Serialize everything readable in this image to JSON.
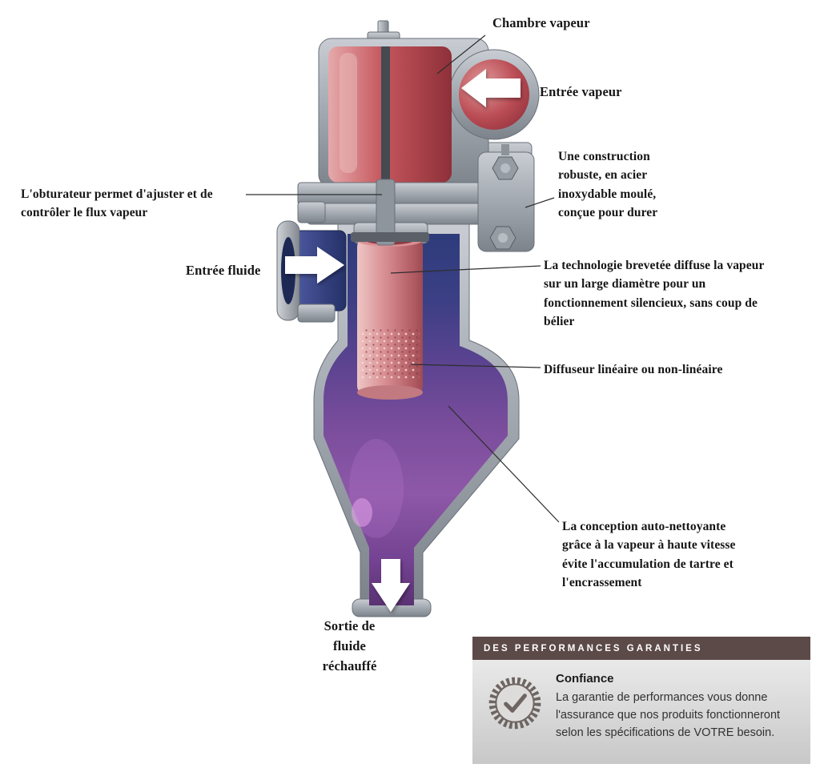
{
  "colors": {
    "background": "#ffffff",
    "label_text": "#161616",
    "callout_line": "#2e2e2e",
    "metal_gray": "#a2a8b0",
    "steam_red": "#c4555c",
    "fluid_blue": "#2e3c7b",
    "fluid_purple": "#7a4d9c",
    "arrow_white": "#ffffff",
    "panel_header_bg": "#5c4a48",
    "panel_header_text": "#ffffff",
    "panel_body_bg": "#d9d9d9",
    "badge_gray": "#6e6562"
  },
  "diagram": {
    "labels": {
      "chambre_vapeur": "Chambre vapeur",
      "entree_vapeur": "Entrée vapeur",
      "construction": "Une construction robuste, en acier inoxydable moulé, conçue pour durer",
      "obturateur": "L'obturateur permet d'ajuster et de contrôler le flux vapeur",
      "entree_fluide": "Entrée fluide",
      "technologie": "La technologie brevetée diffuse la vapeur sur un large diamètre pour un fonctionnement silencieux, sans coup de bélier",
      "diffuseur": "Diffuseur linéaire ou non-linéaire",
      "conception": "La conception auto-nettoyante grâce à la vapeur à haute vitesse évite l'accumulation de tartre et l'encrassement",
      "sortie": "Sortie de fluide réchauffé"
    },
    "icons": {
      "steam_inlet_arrow": "left-block-arrow",
      "fluid_inlet_arrow": "right-block-arrow",
      "outlet_arrow": "down-block-arrow"
    }
  },
  "panel": {
    "header": "DES PERFORMANCES GARANTIES",
    "confiance_title": "Confiance",
    "confiance_body": "La garantie de performances vous donne l'assurance que nos produits fonctionneront selon les spécifications de VOTRE besoin.",
    "badge_check_glyph": "✓"
  }
}
